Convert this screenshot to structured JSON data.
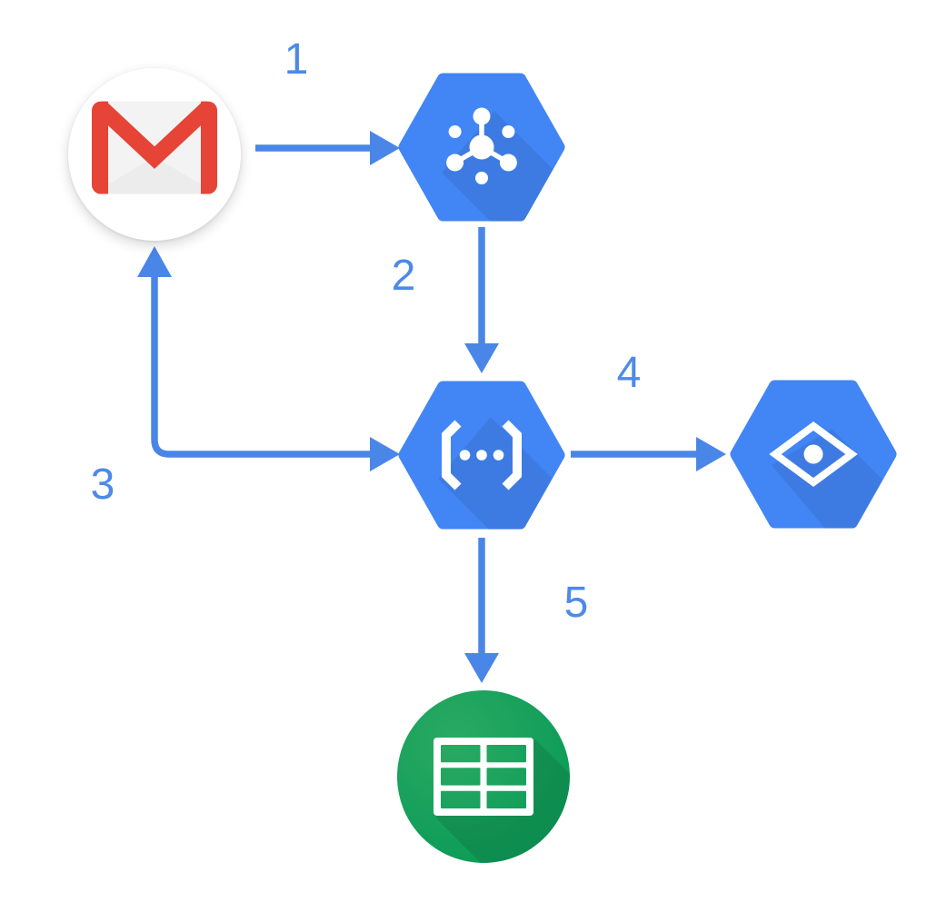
{
  "diagram": {
    "description": "Flow diagram of Google services connected by numbered arrows",
    "nodes": [
      {
        "id": "gmail",
        "icon": "gmail-icon"
      },
      {
        "id": "pubsub",
        "icon": "pubsub-hexagon-icon"
      },
      {
        "id": "cloud-functions",
        "icon": "cloud-functions-hexagon-icon"
      },
      {
        "id": "vision",
        "icon": "vision-hexagon-icon"
      },
      {
        "id": "sheets",
        "icon": "sheets-icon"
      }
    ],
    "edges": [
      {
        "label": "1",
        "from": "gmail",
        "to": "pubsub",
        "direction": "one-way"
      },
      {
        "label": "2",
        "from": "pubsub",
        "to": "cloud-functions",
        "direction": "one-way"
      },
      {
        "label": "3",
        "from": "cloud-functions",
        "to": "gmail",
        "direction": "two-way"
      },
      {
        "label": "4",
        "from": "cloud-functions",
        "to": "vision",
        "direction": "one-way"
      },
      {
        "label": "5",
        "from": "cloud-functions",
        "to": "sheets",
        "direction": "one-way"
      }
    ],
    "colors": {
      "arrow_blue": "#4A86E8",
      "label_blue": "#4D8AE8",
      "hexagon_blue": "#4285F4",
      "gmail_red": "#E54437",
      "envelope_gray": "#F3F3F3",
      "sheets_green": "#0F9D58",
      "sheets_green_light": "#2BAA63",
      "background": "#FFFFFF"
    }
  }
}
